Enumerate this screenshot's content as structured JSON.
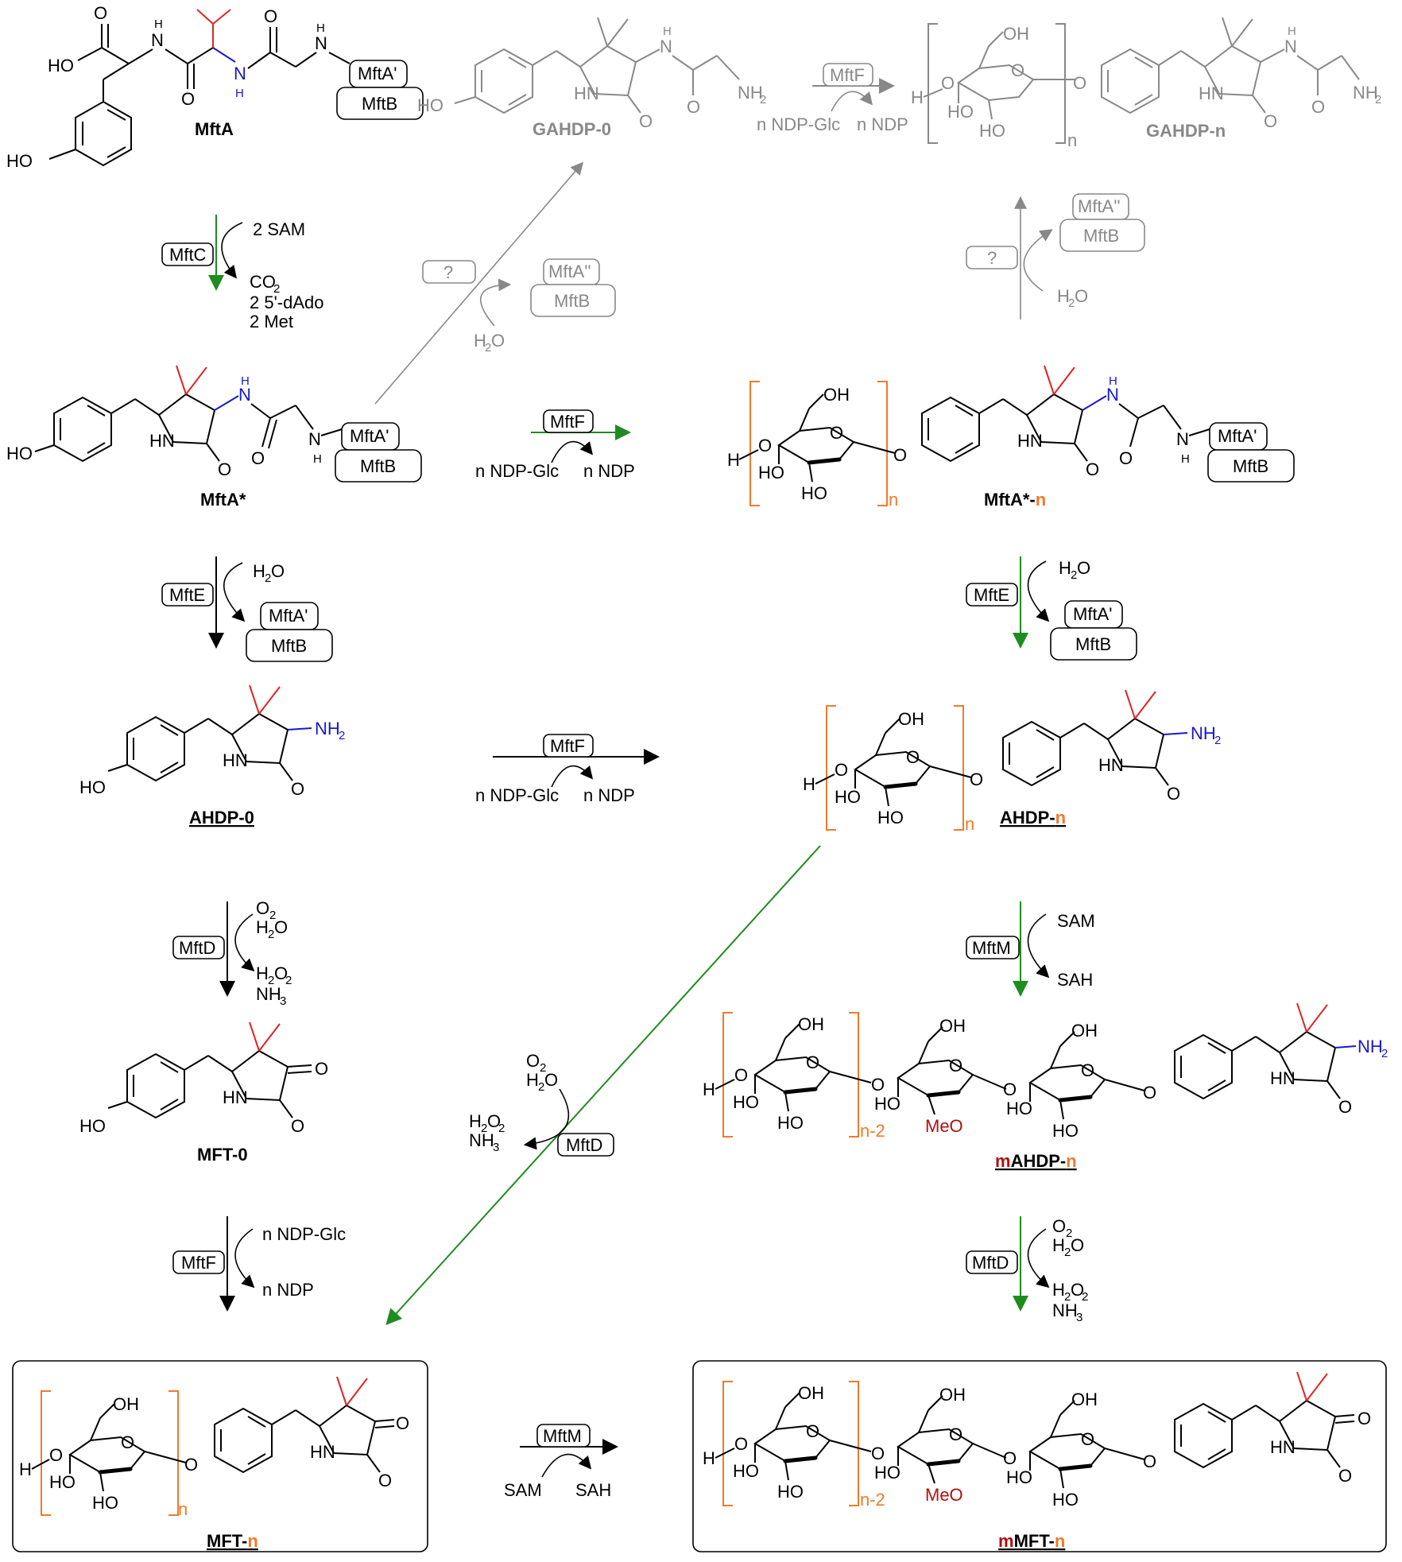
{
  "colors": {
    "black": "#000000",
    "gray": "#888888",
    "red": "#e02424",
    "dark_red": "#b01010",
    "blue": "#1818d0",
    "orange": "#f07a2a",
    "green": "#1e8c1e"
  },
  "compounds": {
    "mfta": "MftA",
    "gahdp0": "GAHDP-0",
    "gahdpn": "GAHDP-n",
    "mftastar": "MftA*",
    "mftastarn_prefix": "MftA*-",
    "ahdp0": "AHDP-0",
    "ahdpn_prefix": "AHDP-",
    "mft0": "MFT-0",
    "mahdpn_m": "m",
    "mahdpn_mid": "AHDP-",
    "mftn_prefix": "MFT-",
    "mmftn_m": "m",
    "mmftn_mid": "MFT-",
    "n": "n"
  },
  "enzymes": {
    "mftc": "MftC",
    "mfte": "MftE",
    "mftd": "MftD",
    "mftf": "MftF",
    "mftm": "MftM",
    "unknown": "?",
    "mfta_prime": "MftA'",
    "mfta_dprime": "MftA''",
    "mftb": "MftB"
  },
  "reagents": {
    "sam2": "2 SAM",
    "co2": "CO",
    "dado": "2 5'-dAdo",
    "met": "2 Met",
    "h2o": "H",
    "ndp_glc": "n NDP-Glc",
    "ndp": "n NDP",
    "o2": "O",
    "h2o2": "H",
    "nh3": "NH",
    "sam": "SAM",
    "sah": "SAH",
    "sub2": "2",
    "sub3": "3",
    "o_suffix": "O"
  },
  "atoms": {
    "ho": "HO",
    "oh": "OH",
    "h": "H",
    "hn": "HN",
    "n_atom": "N",
    "o": "O",
    "nh2": "NH",
    "n_minus_2": "n-2",
    "meo": "MeO"
  }
}
